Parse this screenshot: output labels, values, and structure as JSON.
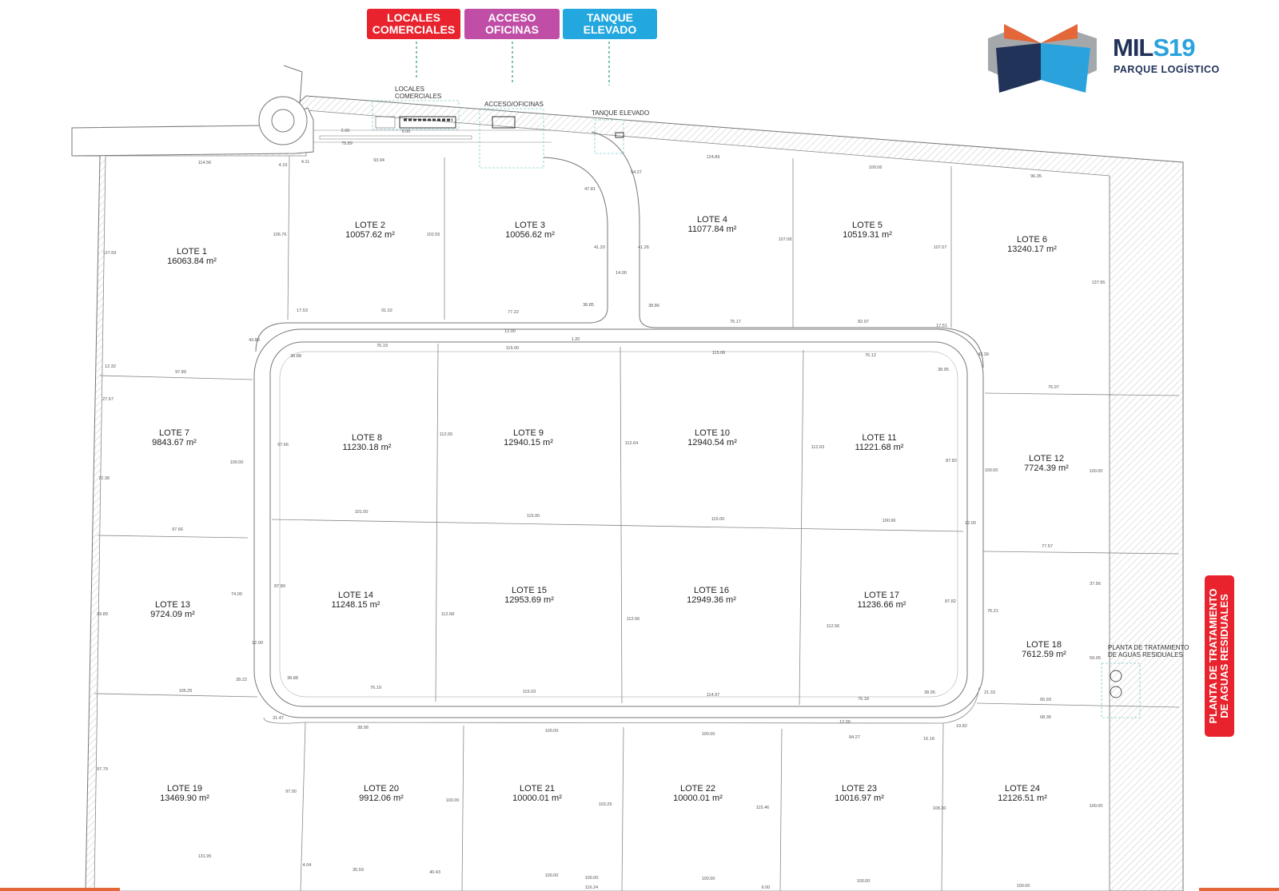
{
  "colors": {
    "locales": "#e8232d",
    "acceso": "#c04ea6",
    "tanque": "#22a7df",
    "ptar": "#e8232d",
    "brand_navy": "#22335a",
    "brand_sky": "#2aa3dc",
    "brand_orange": "#e4673a",
    "brand_gray": "#a5a8ab",
    "bottom_bar": "#e4673a"
  },
  "tags": {
    "locales": {
      "line1": "LOCALES",
      "line2": "COMERCIALES"
    },
    "acceso": {
      "line1": "ACCESO",
      "line2": "OFICINAS"
    },
    "tanque": {
      "line1": "TANQUE",
      "line2": "ELEVADO"
    }
  },
  "plan_labels": {
    "locales_line1": "LOCALES",
    "locales_line2": "COMERCIALES",
    "acceso": "ACCESO/OFICINAS",
    "tanque": "TANQUE ELEVADO",
    "ptar_line1": "PLANTA DE TRATAMIENTO",
    "ptar_line2": "DE AGUAS RESIDUALES"
  },
  "logo": {
    "name_dark": "MIL",
    "name_accent": "S19",
    "subtitle": "PARQUE LOGÍSTICO",
    "icon": "hexagon-logo-icon"
  },
  "ptar_tag": {
    "line1": "PLANTA DE TRATAMIENTO",
    "line2": "DE AGUAS RESIDUALES"
  },
  "lots": [
    {
      "name": "LOTE 1",
      "area": "16063.84 m²"
    },
    {
      "name": "LOTE 2",
      "area": "10057.62 m²"
    },
    {
      "name": "LOTE 3",
      "area": "10056.62 m²"
    },
    {
      "name": "LOTE 4",
      "area": "11077.84 m²"
    },
    {
      "name": "LOTE 5",
      "area": "10519.31 m²"
    },
    {
      "name": "LOTE 6",
      "area": "13240.17 m²"
    },
    {
      "name": "LOTE 7",
      "area": "9843.67 m²"
    },
    {
      "name": "LOTE 8",
      "area": "11230.18 m²"
    },
    {
      "name": "LOTE 9",
      "area": "12940.15 m²"
    },
    {
      "name": "LOTE 10",
      "area": "12940.54 m²"
    },
    {
      "name": "LOTE 11",
      "area": "11221.68 m²"
    },
    {
      "name": "LOTE 12",
      "area": "7724.39 m²"
    },
    {
      "name": "LOTE 13",
      "area": "9724.09 m²"
    },
    {
      "name": "LOTE 14",
      "area": "11248.15 m²"
    },
    {
      "name": "LOTE 15",
      "area": "12953.69 m²"
    },
    {
      "name": "LOTE 16",
      "area": "12949.36 m²"
    },
    {
      "name": "LOTE 17",
      "area": "11236.66 m²"
    },
    {
      "name": "LOTE 18",
      "area": "7612.59 m²"
    },
    {
      "name": "LOTE 19",
      "area": "13469.90 m²"
    },
    {
      "name": "LOTE 20",
      "area": "9912.06 m²"
    },
    {
      "name": "LOTE 21",
      "area": "10000.01 m²"
    },
    {
      "name": "LOTE 22",
      "area": "10000.01 m²"
    },
    {
      "name": "LOTE 23",
      "area": "10016.97 m²"
    },
    {
      "name": "LOTE 24",
      "area": "12126.51 m²"
    }
  ],
  "dimensions": [
    "114.56",
    "127.69",
    "106.76",
    "17.53",
    "43.89",
    "12.32",
    "97.89",
    "27.67",
    "100.00",
    "72.38",
    "97.66",
    "74.00",
    "99.89",
    "12.00",
    "28.22",
    "105.25",
    "31.47",
    "97.79",
    "97.00",
    "131.95",
    "4.04",
    "35.59",
    "40.43",
    "91.02",
    "4.19",
    "4.11",
    "93.94",
    "102.55",
    "77.22",
    "12.00",
    "47.81",
    "41.20",
    "14.00",
    "38.85",
    "54.27",
    "41.26",
    "38.86",
    "124.89",
    "107.08",
    "75.17",
    "100.06",
    "107.07",
    "82.97",
    "96.35",
    "137.95",
    "17.51",
    "43.39",
    "1.20",
    "38.88",
    "76.19",
    "115.00",
    "115.06",
    "76.12",
    "38.95",
    "97.66",
    "112.65",
    "112.64",
    "112.63",
    "87.82",
    "101.00",
    "115.00",
    "115.00",
    "100.96",
    "87.89",
    "112.68",
    "112.66",
    "87.82",
    "112.56",
    "38.88",
    "76.19",
    "115.03",
    "114.97",
    "76.18",
    "38.95",
    "76.97",
    "100.00",
    "100.00",
    "12.00",
    "77.57",
    "37.56",
    "76.21",
    "59.05",
    "21.33",
    "65.93",
    "68.36",
    "12.00",
    "19.82",
    "16.18",
    "84.27",
    "38.98",
    "100.00",
    "100.00",
    "100.00",
    "100.00",
    "100.00",
    "100.00",
    "103.29",
    "115.46",
    "108.30",
    "100.00",
    "100.00",
    "100.00",
    "116.24",
    "6.00",
    "6.00",
    "2.00",
    "75.89"
  ]
}
